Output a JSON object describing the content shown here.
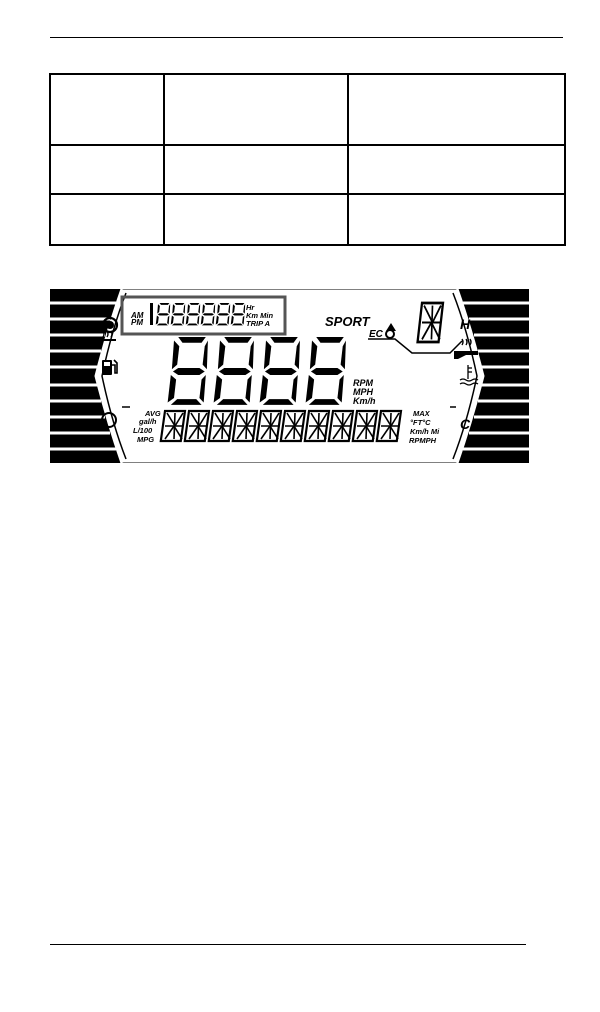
{
  "table": {
    "rows": [
      [
        "",
        "",
        ""
      ],
      [
        "",
        "",
        ""
      ],
      [
        "",
        "",
        ""
      ]
    ]
  },
  "display": {
    "clock_am": "AM",
    "clock_pm": "PM",
    "odo_unit_hr": "Hr",
    "odo_unit_km_min": "Km Min",
    "odo_trip": "TRIP A",
    "mode_sport": "SPORT",
    "mode_eco": "EC",
    "temp_hot": "H",
    "temp_cold": "C",
    "speed_unit_rpm": "RPM",
    "speed_unit_mph": "MPH",
    "speed_unit_kmh": "Km/h",
    "left_avg": "AVG",
    "left_galh": "gal/h",
    "left_l100": "L/100",
    "left_mpg": "MPG",
    "right_max": "MAX",
    "right_ftc": "°FT°C",
    "right_kmh_mi": "Km/h Mi",
    "right_rpmph": "RPMPH"
  }
}
